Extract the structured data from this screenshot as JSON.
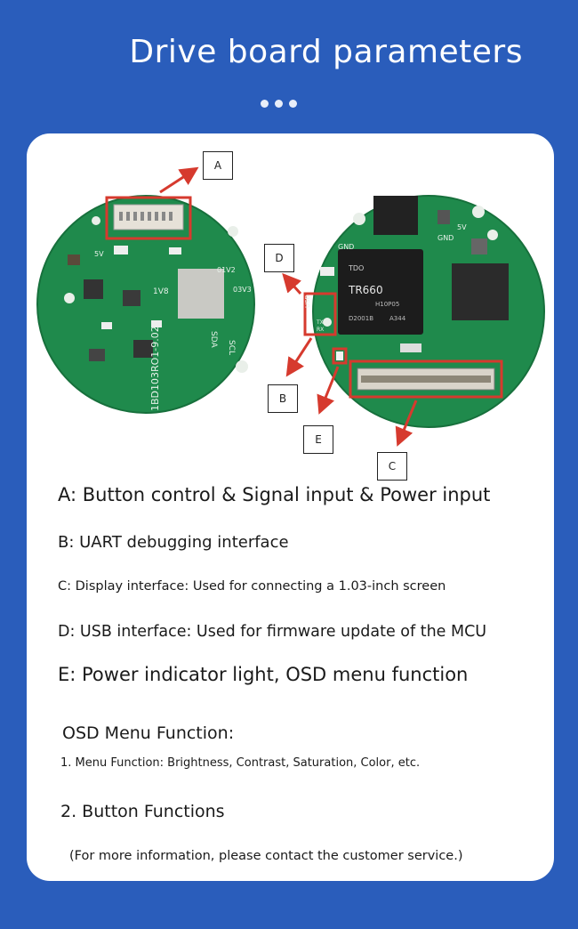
{
  "page": {
    "title": "Drive board parameters"
  },
  "diagram": {
    "labels": {
      "a": "A",
      "b": "B",
      "c": "C",
      "d": "D",
      "e": "E"
    },
    "board_left_text": {
      "l1": "5V",
      "l2": "1V8",
      "l3": "01V2",
      "l4": "03V3",
      "l5": "SDA",
      "l6": "SCL",
      "l7": "1BD103RO1-9.02"
    },
    "board_right_text": {
      "r1": "GND",
      "r2": "GND",
      "r3": "5V",
      "r4": "TDO",
      "r5": "TR660",
      "r6": "H10P05",
      "r7": "D2001B",
      "r8": "A344",
      "r9": "USB",
      "r10": "TX",
      "r11": "RX"
    },
    "colors": {
      "pcb": "#1f8a4c",
      "pcb_dark": "#17703c",
      "highlight": "#d63a2e",
      "arrow": "#d63a2e"
    }
  },
  "descriptions": {
    "a": "A: Button control & Signal input & Power input",
    "b": "B: UART debugging interface",
    "c": "C: Display interface: Used for connecting a 1.03-inch screen",
    "d": "D: USB interface: Used for firmware update of the MCU",
    "e": "E: Power indicator light, OSD menu function",
    "osd_title": "OSD Menu Function:",
    "osd_item1": "1. Menu Function: Brightness, Contrast, Saturation, Color, etc.",
    "osd_item2": "2. Button Functions",
    "contact": "(For more information, please contact the customer service.)"
  }
}
